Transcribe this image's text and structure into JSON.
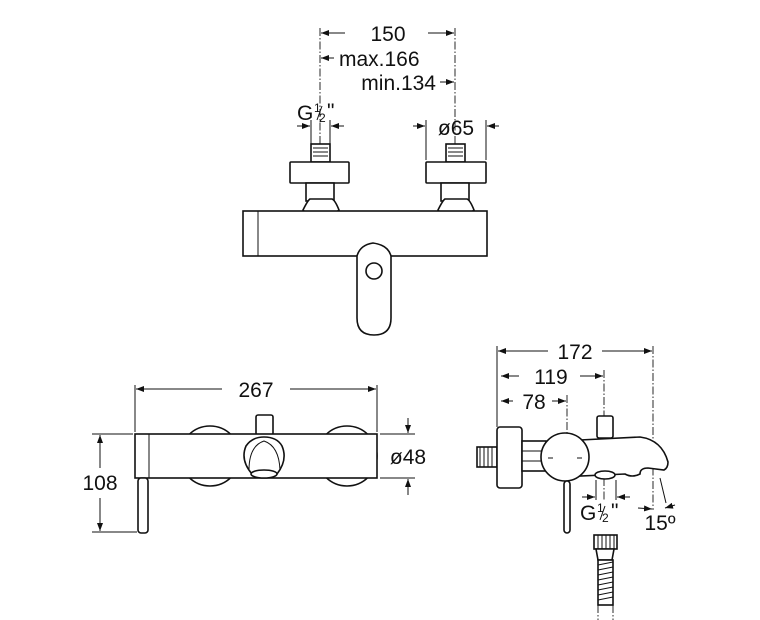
{
  "top_view": {
    "dim_center_distance": "150",
    "dim_max": "max.166",
    "dim_min": "min.134",
    "dim_thread_prefix": "G",
    "dim_thread_num": "1",
    "dim_thread_den": "2",
    "dim_thread_suffix": "\"",
    "dim_diameter_nut": "ø65"
  },
  "front_view": {
    "dim_length": "267",
    "dim_height": "108",
    "dim_diameter_body": "ø48"
  },
  "side_view": {
    "dim_depth_total": "172",
    "dim_depth_diverter": "119",
    "dim_depth_lever": "78",
    "dim_outlet_prefix": "G",
    "dim_outlet_num": "1",
    "dim_outlet_den": "2",
    "dim_outlet_suffix": "\"",
    "dim_angle": "15º"
  }
}
